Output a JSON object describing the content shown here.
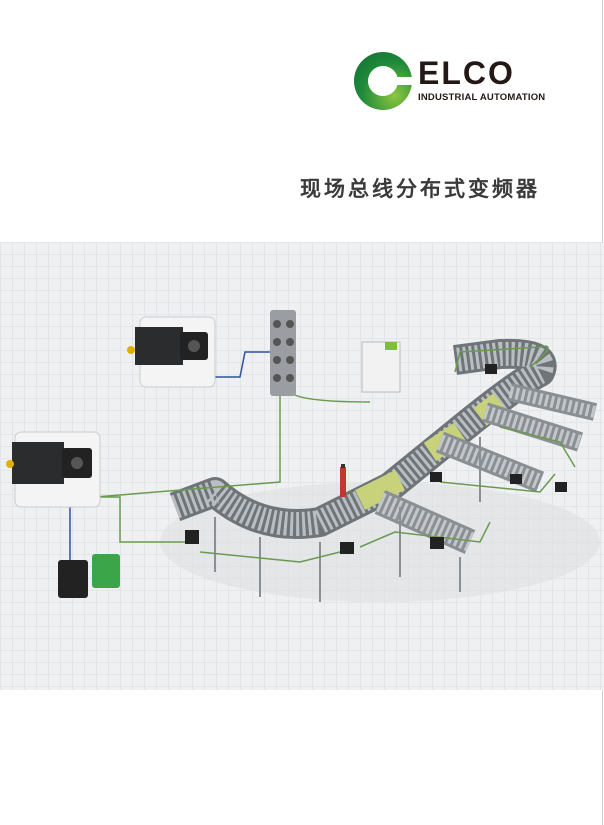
{
  "logo": {
    "brand": "ELCO",
    "tagline": "INDUSTRIAL AUTOMATION"
  },
  "title": "现场总线分布式变频器",
  "colors": {
    "brand_green": "#1f8a3a",
    "cable_green": "#6a9a50",
    "cable_blue": "#3050a0"
  }
}
